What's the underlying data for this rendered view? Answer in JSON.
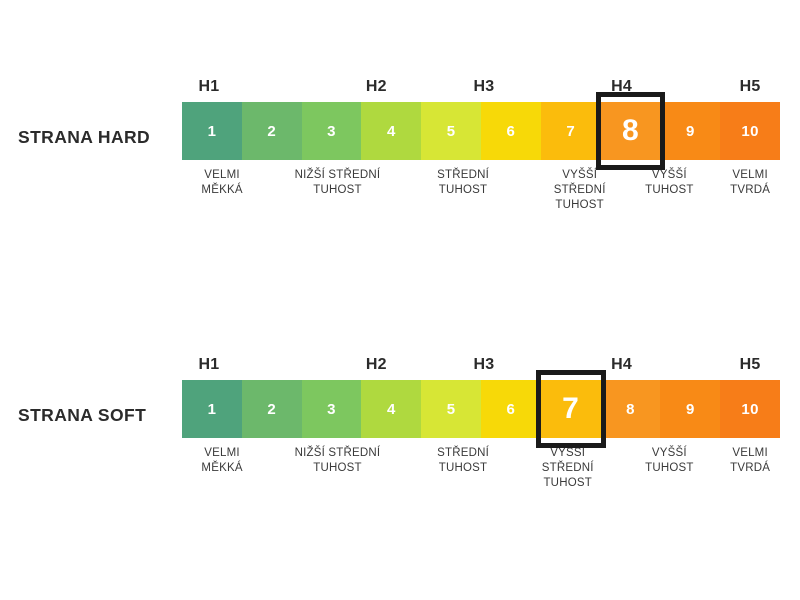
{
  "page": {
    "background": "#ffffff",
    "text_color": "#2b2b2b"
  },
  "palette": {
    "seg1": "#4FA37C",
    "seg2": "#6CB86B",
    "seg3": "#7DC75F",
    "seg4": "#AFD93F",
    "seg5": "#D7E635",
    "seg6": "#F7D908",
    "seg7": "#FBBC0C",
    "seg8": "#F89620",
    "seg9": "#F88A16",
    "seg10": "#F77D18",
    "highlight_border": "#1a1a1a",
    "number_text": "#ffffff"
  },
  "chart_data": {
    "type": "table",
    "title": "",
    "scales": [
      {
        "id": "hard",
        "row_title": "STRANA HARD",
        "values": [
          1,
          2,
          3,
          4,
          5,
          6,
          7,
          8,
          9,
          10
        ],
        "colors": [
          "#4FA37C",
          "#6CB86B",
          "#7DC75F",
          "#AFD93F",
          "#D7E635",
          "#F7D908",
          "#FBBC0C",
          "#F89620",
          "#F88A16",
          "#F77D18"
        ],
        "selected_value": 8,
        "groups": [
          {
            "label": "H1",
            "center_pct": 4.5
          },
          {
            "label": "H2",
            "center_pct": 32.5
          },
          {
            "label": "H3",
            "center_pct": 50.5
          },
          {
            "label": "H4",
            "center_pct": 73.5
          },
          {
            "label": "H5",
            "center_pct": 95.0
          }
        ],
        "captions": [
          {
            "text": "VELMI\nMĚKKÁ",
            "center_pct": 6.7
          },
          {
            "text": "NIŽŠÍ STŘEDNÍ\nTUHOST",
            "center_pct": 26.0
          },
          {
            "text": "STŘEDNÍ\nTUHOST",
            "center_pct": 47.0
          },
          {
            "text": "VYŠŠÍ\nSTŘEDNÍ\nTUHOST",
            "center_pct": 66.5
          },
          {
            "text": "VYŠŠÍ\nTUHOST",
            "center_pct": 81.5
          },
          {
            "text": "VELMI\nTVRDÁ",
            "center_pct": 95.0
          }
        ]
      },
      {
        "id": "soft",
        "row_title": "STRANA SOFT",
        "values": [
          1,
          2,
          3,
          4,
          5,
          6,
          7,
          8,
          9,
          10
        ],
        "colors": [
          "#4FA37C",
          "#6CB86B",
          "#7DC75F",
          "#AFD93F",
          "#D7E635",
          "#F7D908",
          "#FBBC0C",
          "#F89620",
          "#F88A16",
          "#F77D18"
        ],
        "selected_value": 7,
        "groups": [
          {
            "label": "H1",
            "center_pct": 4.5
          },
          {
            "label": "H2",
            "center_pct": 32.5
          },
          {
            "label": "H3",
            "center_pct": 50.5
          },
          {
            "label": "H4",
            "center_pct": 73.5
          },
          {
            "label": "H5",
            "center_pct": 95.0
          }
        ],
        "captions": [
          {
            "text": "VELMI\nMĚKKÁ",
            "center_pct": 6.7
          },
          {
            "text": "NIŽŠÍ STŘEDNÍ\nTUHOST",
            "center_pct": 26.0
          },
          {
            "text": "STŘEDNÍ\nTUHOST",
            "center_pct": 47.0
          },
          {
            "text": "VYŠŠÍ\nSTŘEDNÍ\nTUHOST",
            "center_pct": 64.5
          },
          {
            "text": "VYŠŠÍ\nTUHOST",
            "center_pct": 81.5
          },
          {
            "text": "VELMI\nTVRDÁ",
            "center_pct": 95.0
          }
        ]
      }
    ]
  }
}
